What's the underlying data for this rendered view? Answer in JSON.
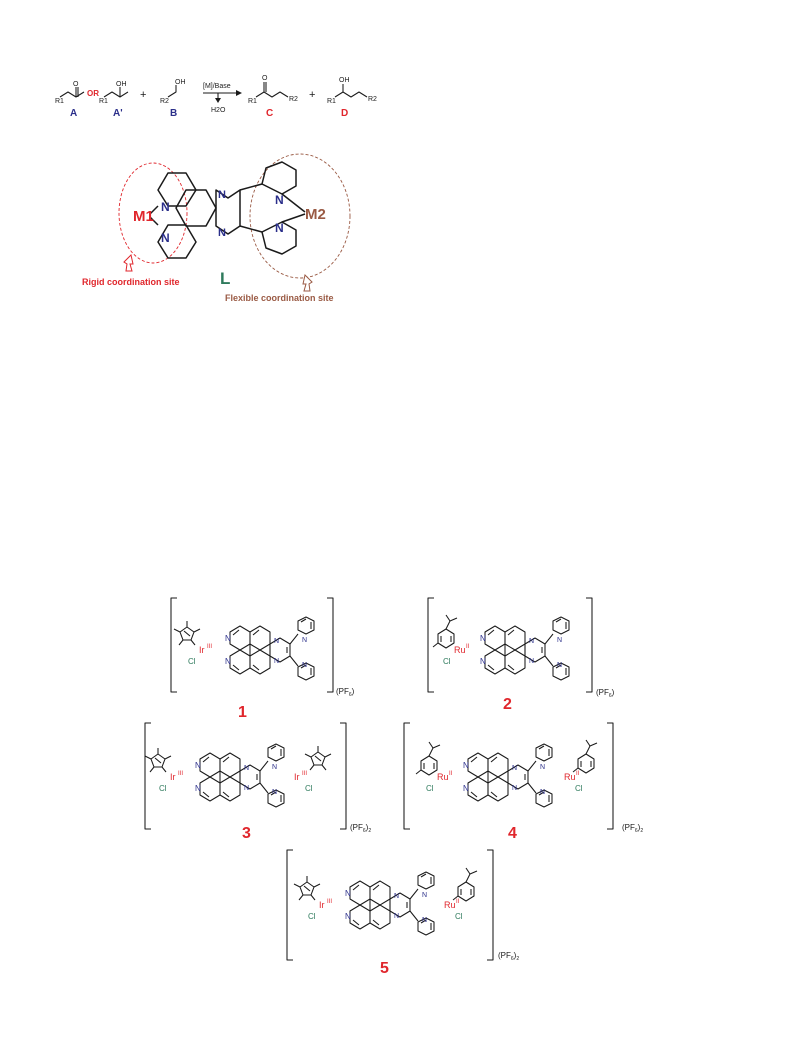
{
  "scheme": {
    "A": {
      "label": "A",
      "sub": "R1"
    },
    "or_text": "OR",
    "Aprime": {
      "label": "A'",
      "oh": "OH",
      "sub": "R1"
    },
    "plus": "+",
    "B": {
      "label": "B",
      "oh": "OH",
      "sub": "R2"
    },
    "arrow_top": "[M]/Base",
    "arrow_bottom": "H2O",
    "C": {
      "label": "C",
      "o": "O",
      "r1": "R1",
      "r2": "R2"
    },
    "D": {
      "label": "D",
      "oh": "OH",
      "r1": "R1",
      "r2": "R2"
    }
  },
  "ligand": {
    "label": "L",
    "m1": "M1",
    "m2": "M2",
    "rigid_site": "Rigid coordination site",
    "flexible_site": "Flexible coordination site",
    "n": "N"
  },
  "complexes": [
    {
      "number": "1",
      "metal1": "Ir",
      "ox1": "III",
      "counterion": "(PF6)"
    },
    {
      "number": "2",
      "metal1": "Ru",
      "ox1": "II",
      "counterion": "(PF6)"
    },
    {
      "number": "3",
      "metal1": "Ir",
      "ox1": "III",
      "metal2": "Ir",
      "ox2": "III",
      "counterion": "(PF6)2"
    },
    {
      "number": "4",
      "metal1": "Ru",
      "ox1": "II",
      "metal2": "Ru",
      "ox2": "II",
      "counterion": "(PF6)2"
    },
    {
      "number": "5",
      "metal1": "Ir",
      "ox1": "III",
      "metal2": "Ru",
      "ox2": "II",
      "counterion": "(PF6)2"
    }
  ],
  "cl": "Cl",
  "colors": {
    "metal": "#e0262c",
    "nitrogen": "#2b2f8a",
    "chloride": "#2e7a5c",
    "site_brown": "#9a5a44"
  }
}
